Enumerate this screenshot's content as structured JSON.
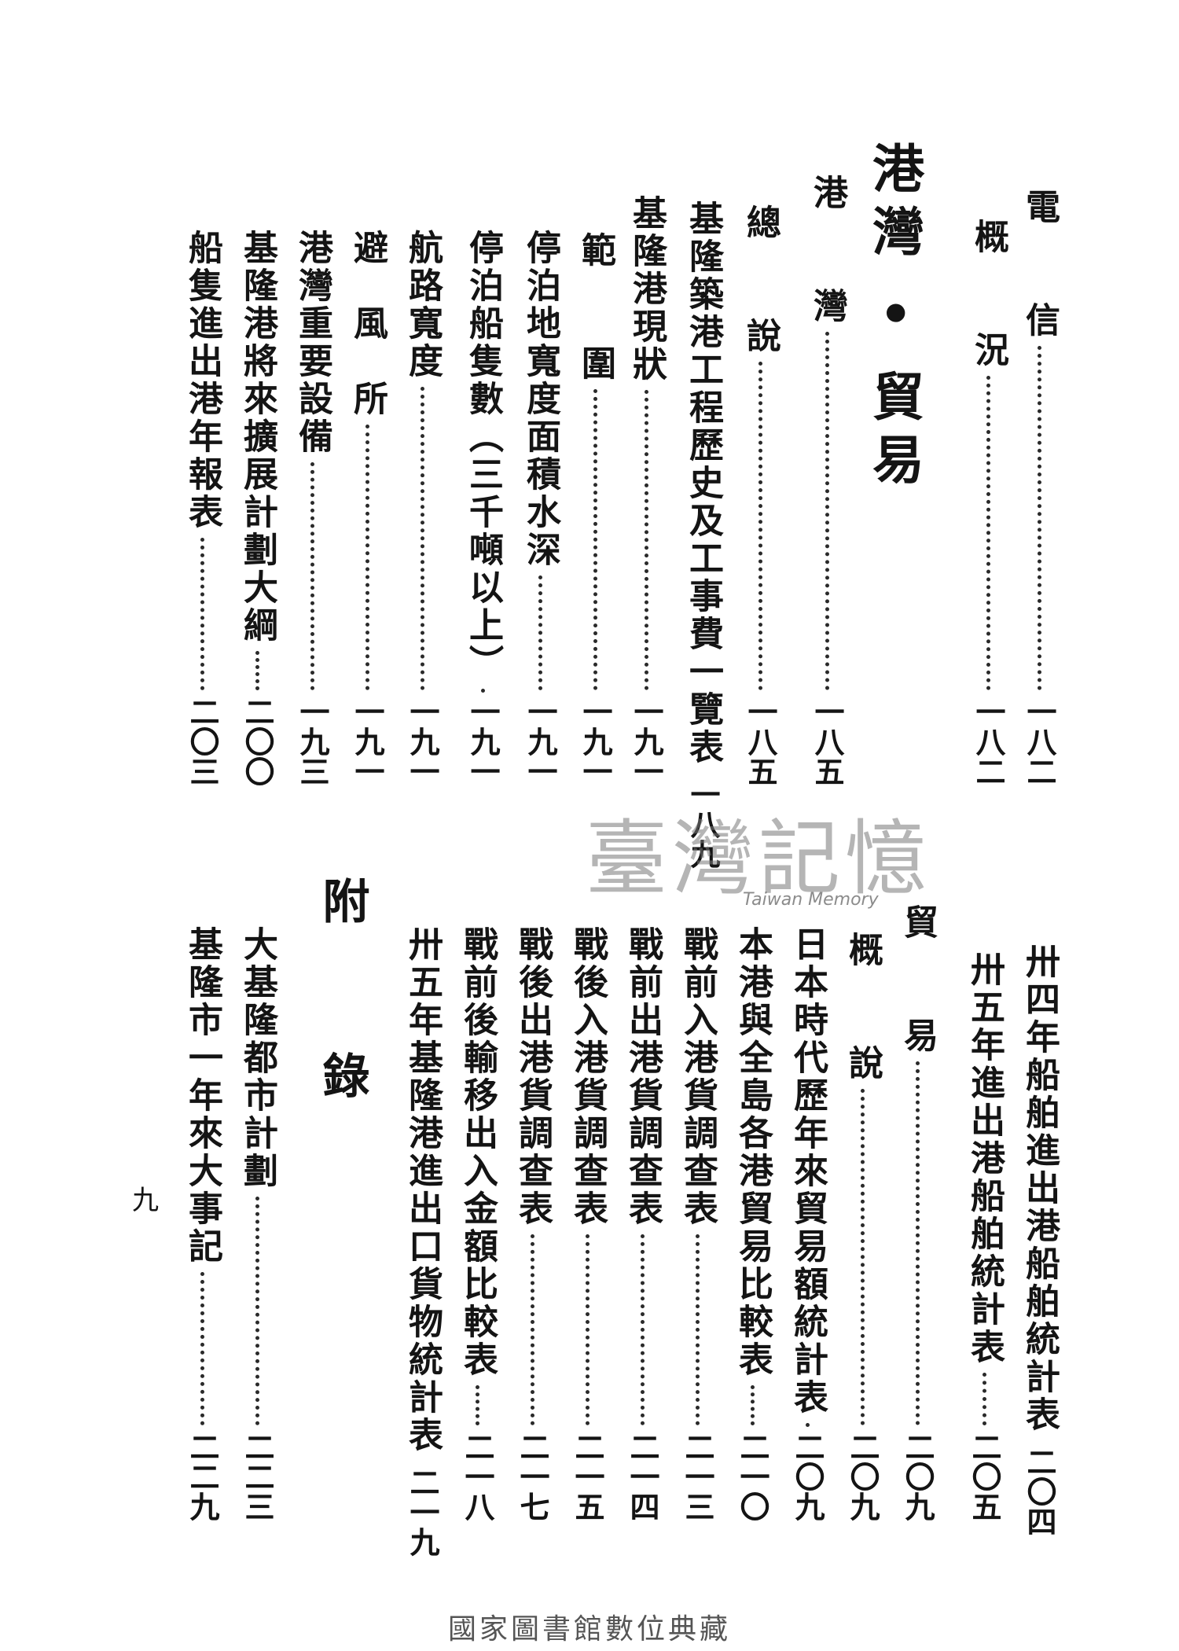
{
  "top_section": {
    "entries": [
      {
        "label": "電　　信",
        "page": "一八二"
      },
      {
        "label": "概　　況",
        "page": "一八二"
      },
      {
        "label": "港　　灣",
        "page": "一八五"
      },
      {
        "label": "總　　說",
        "page": "一八五"
      },
      {
        "label": "基隆築港工程歷史及工事費一覽表",
        "page": "一八九"
      },
      {
        "label": "基隆港現狀",
        "page": "一九一"
      },
      {
        "label": "範　　圍",
        "page": "一九一"
      },
      {
        "label": "停泊地寬度面積水深",
        "page": "一九一"
      },
      {
        "label": "停泊船隻數（三千噸以上）",
        "page": "一九一"
      },
      {
        "label": "航路寬度",
        "page": "一九一"
      },
      {
        "label": "避　風　所",
        "page": "一九一"
      },
      {
        "label": "港灣重要設備",
        "page": "一九三"
      },
      {
        "label": "基隆港將來擴展計劃大綱",
        "page": "二〇〇"
      },
      {
        "label": "船隻進出港年報表",
        "page": "二〇三"
      }
    ],
    "section_heading": "港灣 • 貿易"
  },
  "bottom_section": {
    "entries": [
      {
        "label": "卅四年船舶進出港船舶統計表",
        "page": "二〇四"
      },
      {
        "label": "卅五年進出港船舶統計表",
        "page": "二〇五"
      },
      {
        "label": "貿　　易",
        "page": "二〇九"
      },
      {
        "label": "概　　說",
        "page": "二〇九"
      },
      {
        "label": "日本時代歷年來貿易額統計表",
        "page": "二〇九"
      },
      {
        "label": "本港與全島各港貿易比較表",
        "page": "二一〇"
      },
      {
        "label": "戰前入港貨調查表",
        "page": "二一三"
      },
      {
        "label": "戰前出港貨調查表",
        "page": "二一四"
      },
      {
        "label": "戰後入港貨調查表",
        "page": "二一五"
      },
      {
        "label": "戰後出港貨調查表",
        "page": "二一七"
      },
      {
        "label": "戰前後輸移出入金額比較表",
        "page": "二一八"
      },
      {
        "label": "卅五年基隆港進出口貨物統計表",
        "page": "二一九"
      },
      {
        "label": "大基隆都市計劃",
        "page": "二二三"
      },
      {
        "label": "基隆市一年來大事記",
        "page": "二二九"
      }
    ],
    "section_heading": "附　　錄"
  },
  "page_number": "九",
  "watermark": {
    "main": "臺灣記憶",
    "sub": "Taiwan Memory"
  },
  "footer": "國家圖書館數位典藏"
}
